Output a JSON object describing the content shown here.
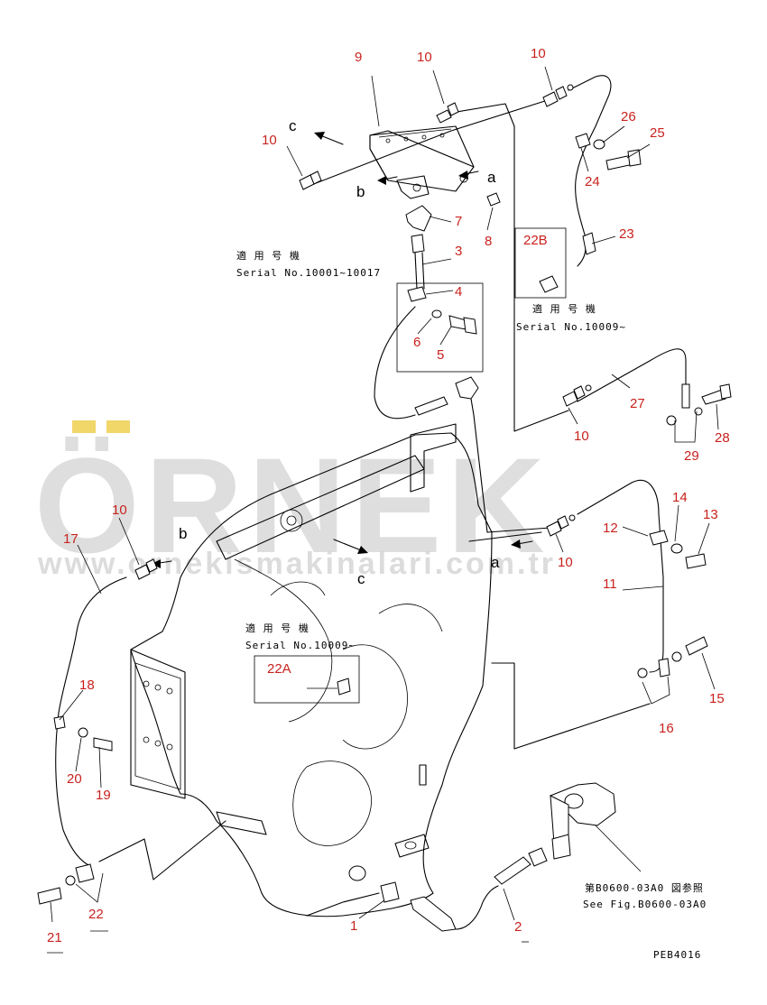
{
  "watermark": {
    "brand": "ÖRNEK",
    "url": "www.ornekismakinalari.com.tr"
  },
  "notes": {
    "applicable_label": "適 用 号 機",
    "serial_top": "Serial No.10001~10017",
    "serial_right": "Serial No.10009~",
    "serial_mid": "Serial No.10009~",
    "see_fig_jp": "第B0600-03A0 図参照",
    "see_fig_en": "See Fig.B0600-03A0",
    "drawing_code": "PEB4016"
  },
  "boxes": {
    "box_22b": "22B",
    "box_22a": "22A"
  },
  "view_letters": {
    "c_top": "c",
    "b_top": "b",
    "a_top": "a",
    "b_left": "b",
    "a_mid": "a",
    "c_mid": "c"
  },
  "part_numbers": {
    "p9": "9",
    "p10_top": "10",
    "p10_topright": "10",
    "p10_left": "10",
    "p26": "26",
    "p25": "25",
    "p24": "24",
    "p7": "7",
    "p8": "8",
    "p3": "3",
    "p23": "23",
    "p4": "4",
    "p6": "6",
    "p5": "5",
    "p27": "27",
    "p28": "28",
    "p10_right": "10",
    "p29": "29",
    "p14": "14",
    "p13": "13",
    "p12": "12",
    "p10_mid": "10",
    "p10_midleft": "10",
    "p17": "17",
    "p11": "11",
    "p18": "18",
    "p15": "15",
    "p16": "16",
    "p20": "20",
    "p19": "19",
    "p22": "22",
    "p21": "21",
    "p1": "1",
    "p2": "2"
  }
}
